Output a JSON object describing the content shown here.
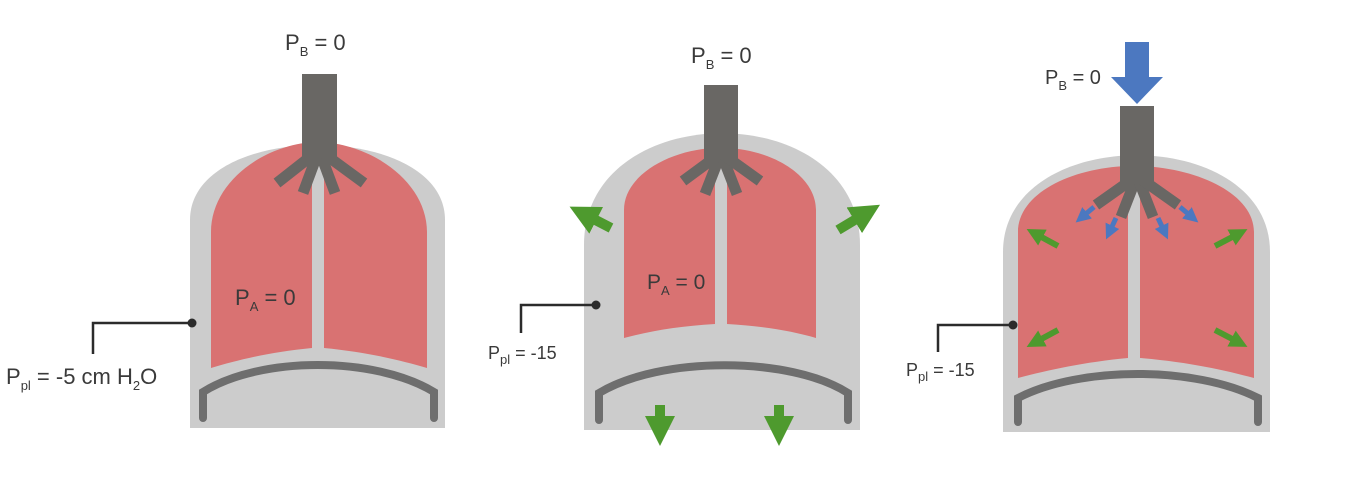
{
  "panels": [
    {
      "bronchus_label": {
        "main": "P",
        "sub": "B",
        "rest": " = 0"
      },
      "alveolar_label": {
        "main": "P",
        "sub": "A",
        "rest": " = 0"
      },
      "pleural_label": {
        "main": "P",
        "sub": "pl",
        "rest": " = -5 cm H",
        "sub2": "2",
        "rest2": "O"
      }
    },
    {
      "bronchus_label": {
        "main": "P",
        "sub": "B",
        "rest": " = 0"
      },
      "alveolar_label": {
        "main": "P",
        "sub": "A",
        "rest": " = 0"
      },
      "pleural_label": {
        "main": "P",
        "sub": "pl",
        "rest": " = -15"
      }
    },
    {
      "bronchus_label": {
        "main": "P",
        "sub": "B",
        "rest": " = 0"
      },
      "pleural_label": {
        "main": "P",
        "sub": "pl",
        "rest": " = -15"
      }
    }
  ],
  "colors": {
    "thorax": "#cccccc",
    "lung": "#d97272",
    "airway": "#696764",
    "diaphragm": "#6e6e6e",
    "leader_line": "#2b2b2b",
    "expansion_arrow": "#4e9a2e",
    "airflow_arrow": "#4c78c0"
  },
  "icons": [
    "green-expansion-arrow",
    "blue-airflow-arrow"
  ]
}
